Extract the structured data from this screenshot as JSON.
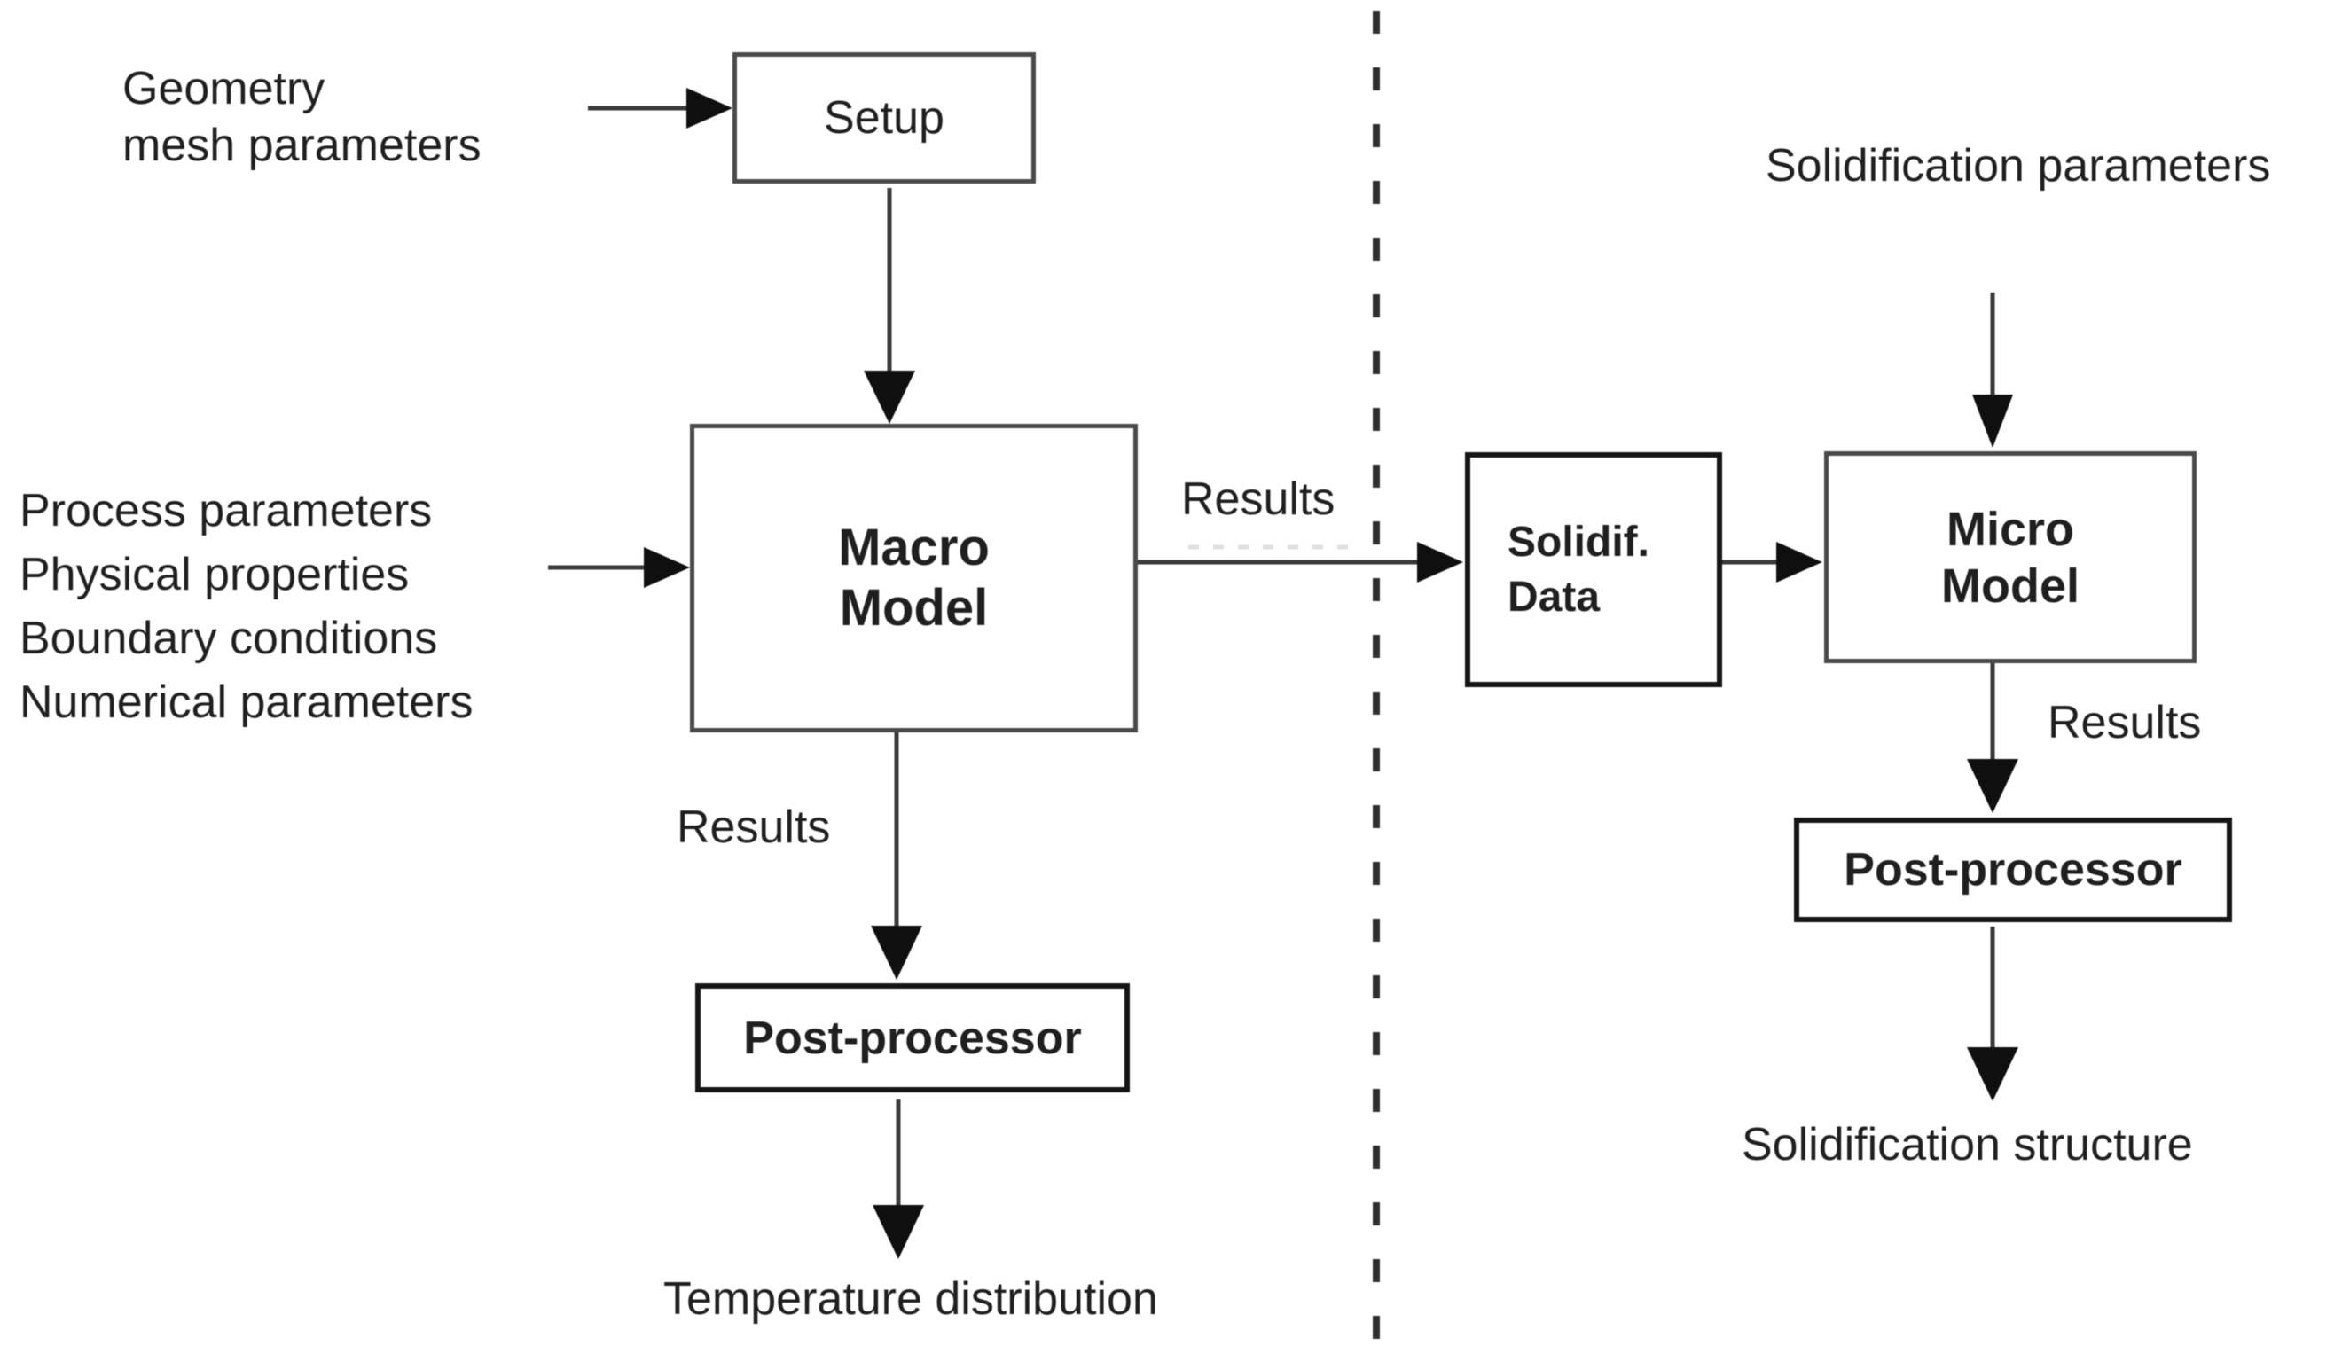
{
  "diagram": {
    "macro_section": {
      "geometry_input": "Geometry\nmesh parameters",
      "setup_box": "Setup",
      "macro_inputs": "Process parameters\nPhysical properties\nBoundary conditions\nNumerical parameters",
      "macro_model_box": "Macro\nModel",
      "results_to_data_label": "Results",
      "results_to_post_label": "Results",
      "post_processor_box": "Post-processor",
      "output": "Temperature distribution"
    },
    "micro_section": {
      "solidification_params_input": "Solidification parameters",
      "solidif_data_box": "Solidif.\nData",
      "micro_model_box": "Micro\nModel",
      "results_to_post_label": "Results",
      "post_processor_box": "Post-processor",
      "output": "Solidification structure"
    },
    "colors": {
      "text": "#1f1f1f",
      "box_border_gray": "#4a4a4a",
      "box_border_black": "#151515",
      "line": "#3a3a3a",
      "arrowhead": "#0f0f0f",
      "background": "#ffffff"
    }
  }
}
